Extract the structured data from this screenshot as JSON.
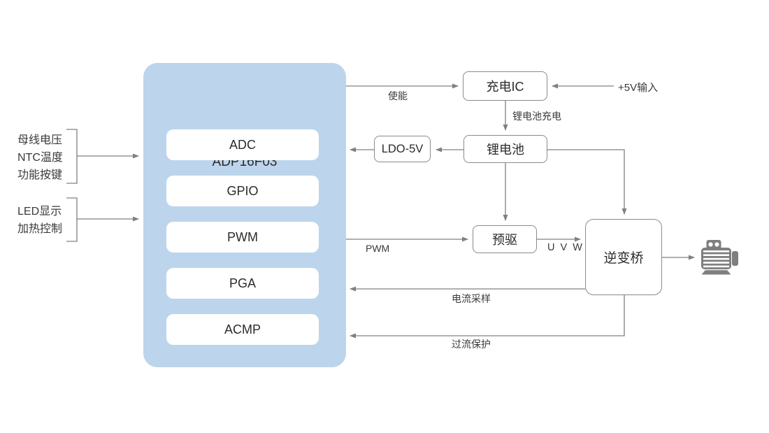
{
  "colors": {
    "mcu_bg": "#BCD5EC",
    "line": "#808080",
    "text": "#333333",
    "box_border": "#8A8A8A",
    "icon_gray": "#7F7F7F",
    "background": "#FFFFFF"
  },
  "mcu": {
    "title": "ADP16F03",
    "modules": [
      "ADC",
      "GPIO",
      "PWM",
      "PGA",
      "ACMP"
    ]
  },
  "left_inputs": {
    "group1": [
      "母线电压",
      "NTC温度",
      "功能按键"
    ],
    "group2": [
      "LED显示",
      "加热控制"
    ]
  },
  "nodes": {
    "charger_ic": "充电IC",
    "battery": "锂电池",
    "ldo": "LDO-5V",
    "predriver": "预驱",
    "inverter": "逆变桥"
  },
  "edge_labels": {
    "enable": "使能",
    "vin_5v": "+5V输入",
    "battery_charging": "锂电池充电",
    "pwm": "PWM",
    "uvw": "U V W",
    "current_sampling": "电流采样",
    "overcurrent_protection": "过流保护"
  },
  "icons": {
    "motor": "motor"
  }
}
